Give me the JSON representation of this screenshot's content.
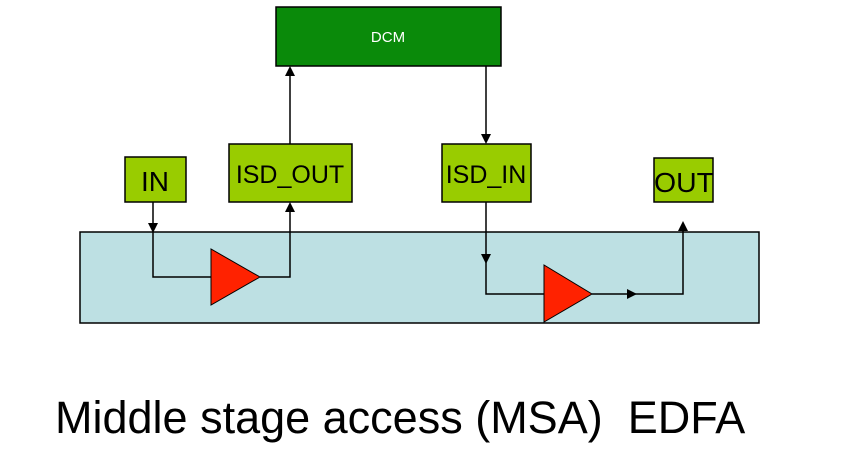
{
  "diagram": {
    "caption": "Middle stage access (MSA)  EDFA",
    "nodes": {
      "dcm": "DCM",
      "in": "IN",
      "isd_out": "ISD_OUT",
      "isd_in": "ISD_IN",
      "out": "OUT"
    },
    "colors": {
      "dcm_fill": "#0a8a0a",
      "port_fill": "#99cc00",
      "stage_fill": "#bde0e3",
      "amplifier_fill": "#ff2200",
      "dcm_text": "#ffffff"
    }
  }
}
